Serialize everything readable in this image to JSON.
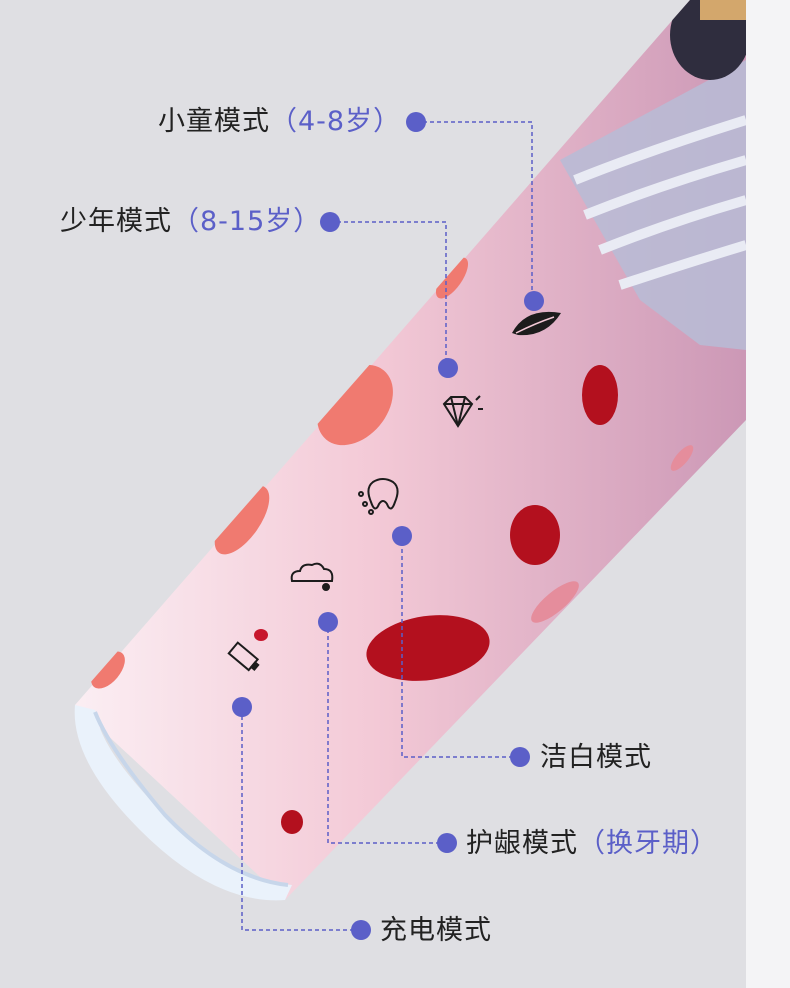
{
  "colors": {
    "background": "#dfdfe3",
    "body_pink": "#f1c6d3",
    "dot_coral": "#f07a70",
    "dot_red": "#b3101e",
    "accent_blue": "#5b5fc8",
    "label_text": "#222222"
  },
  "labels": {
    "kid_mode": {
      "main": "小童模式",
      "sub": "（4-8岁）",
      "icon": "leaf-icon"
    },
    "teen_mode": {
      "main": "少年模式",
      "sub": "（8-15岁）",
      "icon": "diamond-icon"
    },
    "whitening_mode": {
      "main": "洁白模式",
      "icon": "tooth-sparkle-icon"
    },
    "gum_care_mode": {
      "main": "护龈模式",
      "sub": "（换牙期）",
      "icon": "cloud-icon"
    },
    "charging_mode": {
      "main": "充电模式",
      "icon": "battery-icon"
    }
  }
}
